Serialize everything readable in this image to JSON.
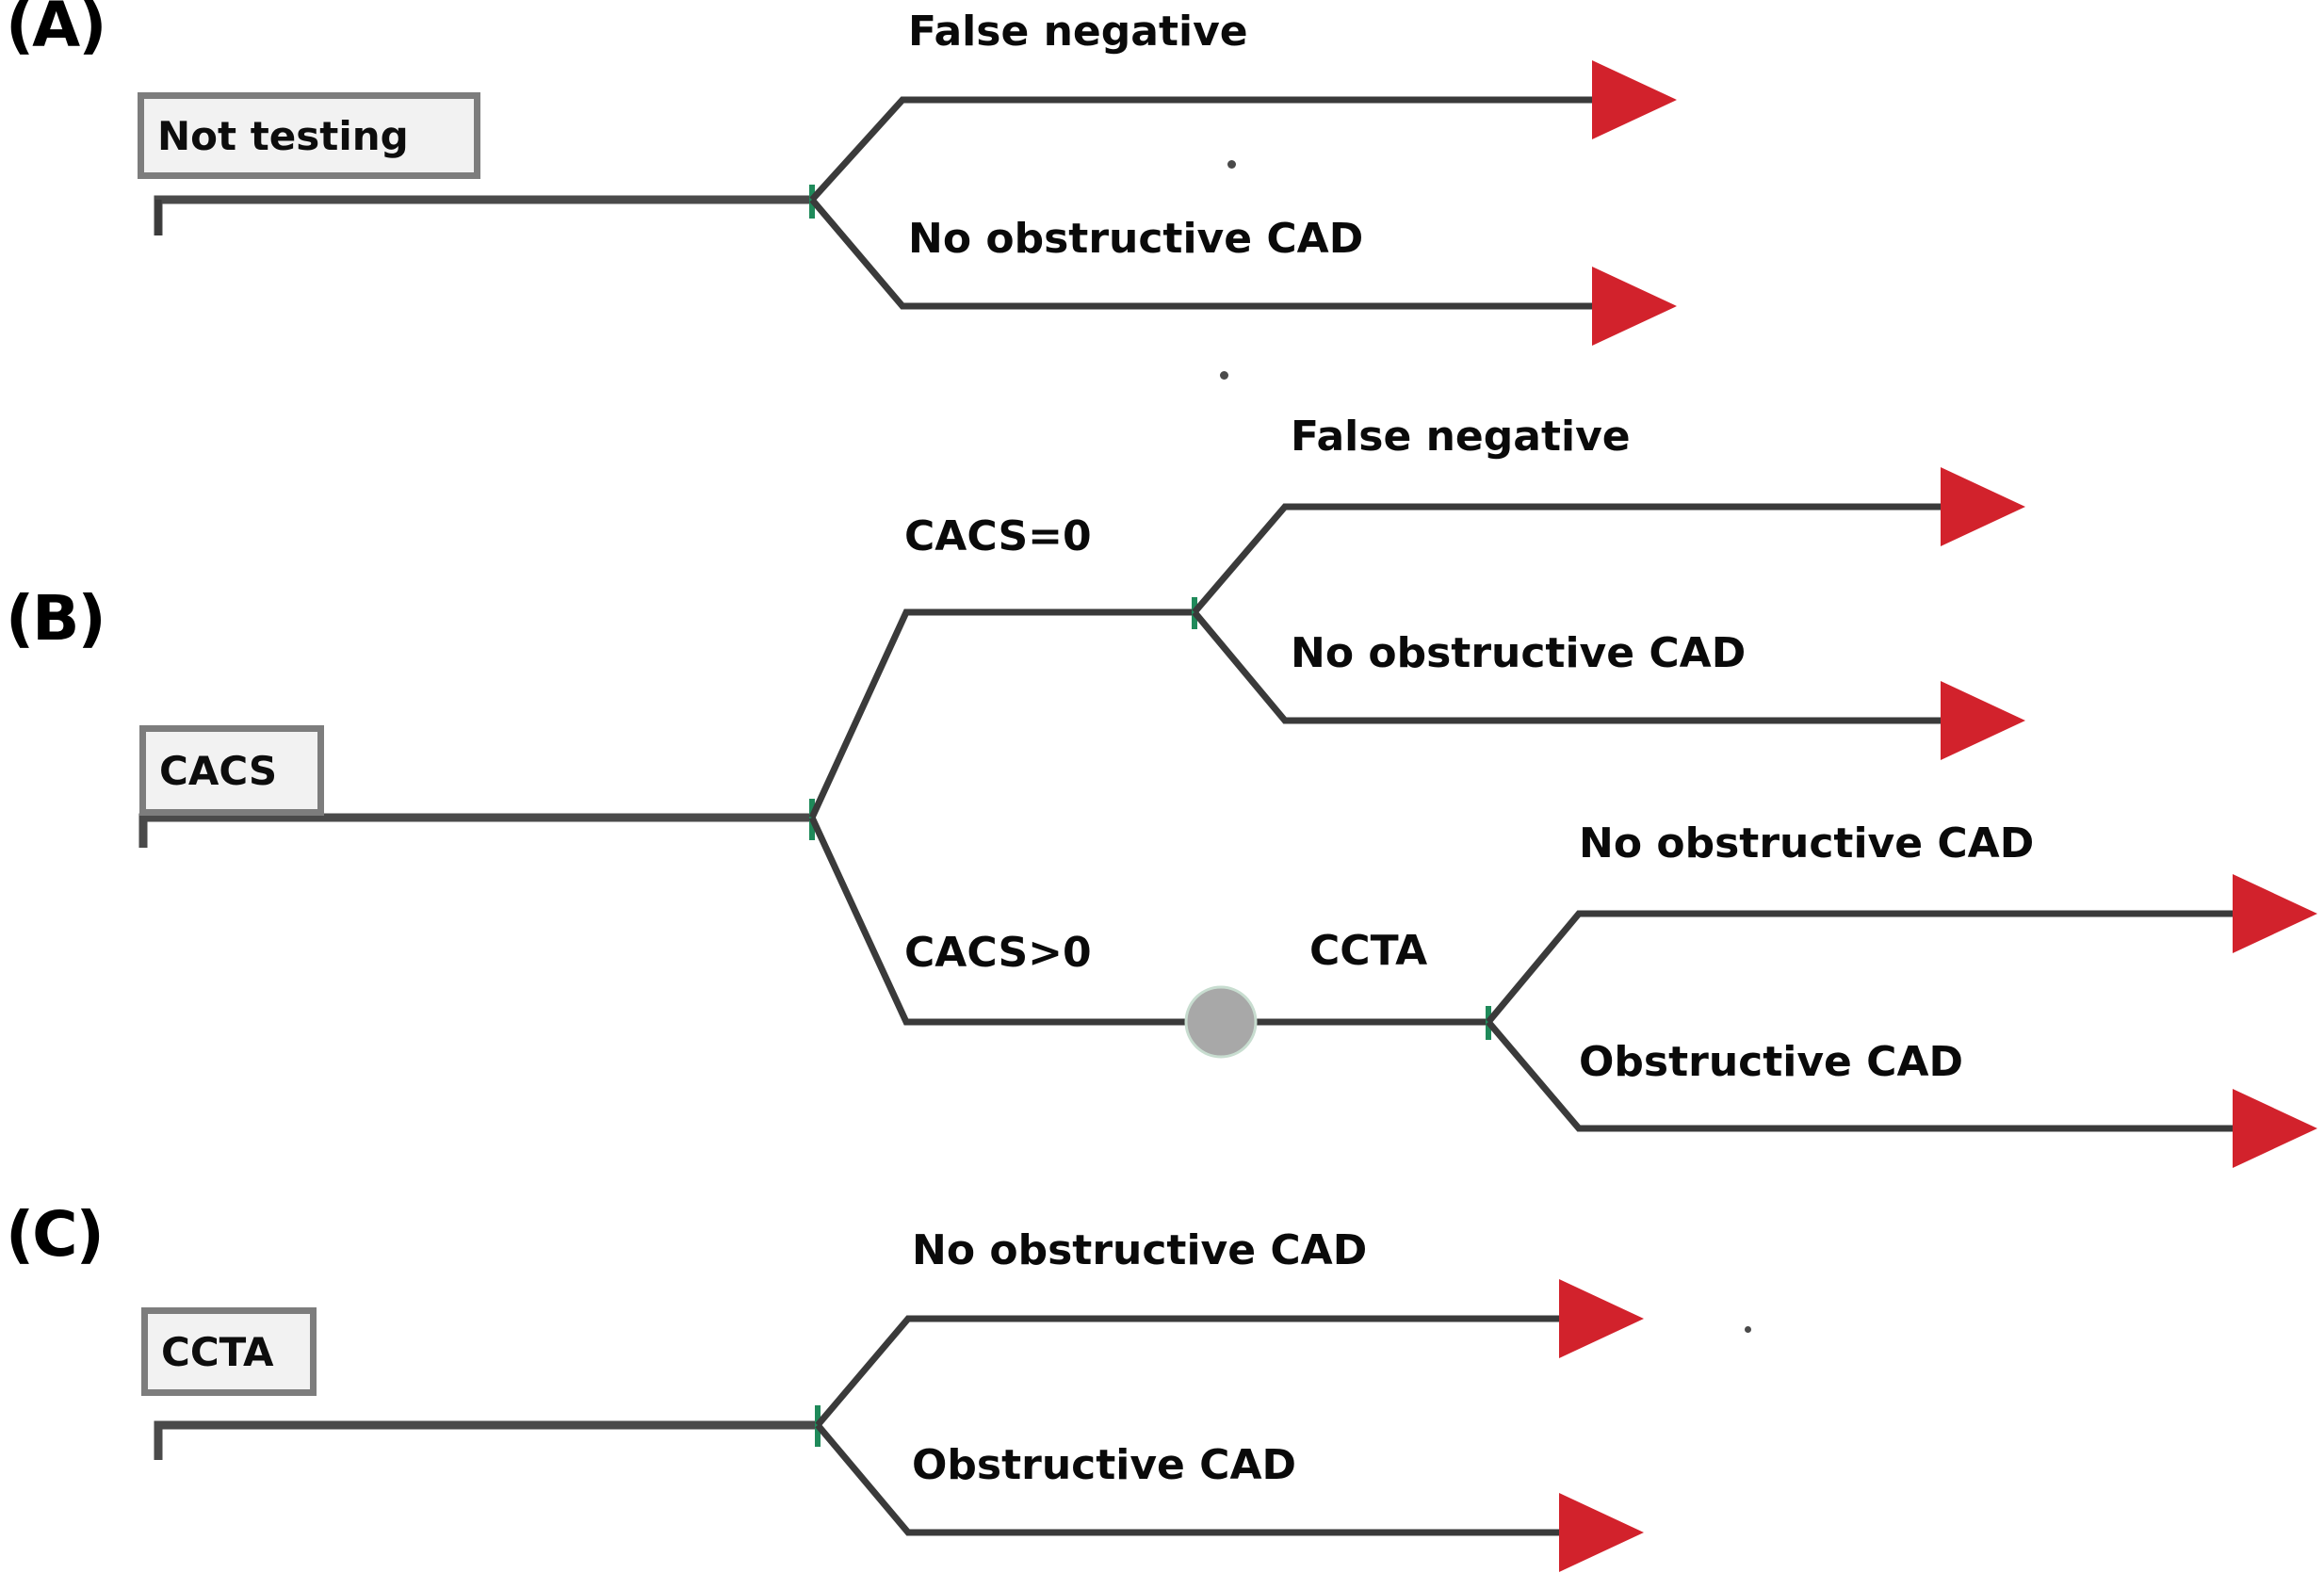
{
  "figure": {
    "type": "decision-tree",
    "background": "#ffffff",
    "line_color": "#333333",
    "terminal_color": "#d2222c",
    "chance_node_color": "#a8a8a8",
    "decision_node_border": "#7d7d7d",
    "decision_node_fill": "#f2f2f2",
    "node_marker_color": "#1f8a5a"
  },
  "panels": [
    {
      "id": "A",
      "label": "(A)",
      "root": {
        "name": "Not testing"
      },
      "branches": [
        {
          "label": "False negative",
          "terminal": "arrow"
        },
        {
          "label": "No obstructive CAD",
          "terminal": "arrow"
        }
      ]
    },
    {
      "id": "B",
      "label": "(B)",
      "root": {
        "name": "CACS"
      },
      "branches": [
        {
          "label": "CACS=0",
          "children": [
            {
              "label": "False negative",
              "terminal": "arrow"
            },
            {
              "label": "No obstructive CAD",
              "terminal": "arrow"
            }
          ]
        },
        {
          "label": "CACS>0",
          "chance_node": "CCTA",
          "children": [
            {
              "label": "No obstructive CAD",
              "terminal": "arrow"
            },
            {
              "label": "Obstructive CAD",
              "terminal": "arrow"
            }
          ]
        }
      ]
    },
    {
      "id": "C",
      "label": "(C)",
      "root": {
        "name": "CCTA"
      },
      "branches": [
        {
          "label": "No obstructive CAD",
          "terminal": "arrow"
        },
        {
          "label": "Obstructive CAD",
          "terminal": "arrow"
        }
      ]
    }
  ],
  "labels": {
    "panel_a": "(A)",
    "panel_b": "(B)",
    "panel_c": "(C)",
    "not_testing": "Not testing",
    "cacs": "CACS",
    "ccta_box": "CCTA",
    "a_false_negative": "False negative",
    "a_no_obstructive_cad": "No obstructive CAD",
    "b_cacs_eq_0": "CACS=0",
    "b_cacs_gt_0": "CACS>0",
    "b_ccta": "CCTA",
    "b_false_negative": "False negative",
    "b_no_obstructive_cad_top": "No obstructive CAD",
    "b_no_obstructive_cad_bottom": "No obstructive CAD",
    "b_obstructive_cad": "Obstructive CAD",
    "c_no_obstructive_cad": "No obstructive CAD",
    "c_obstructive_cad": "Obstructive CAD"
  }
}
